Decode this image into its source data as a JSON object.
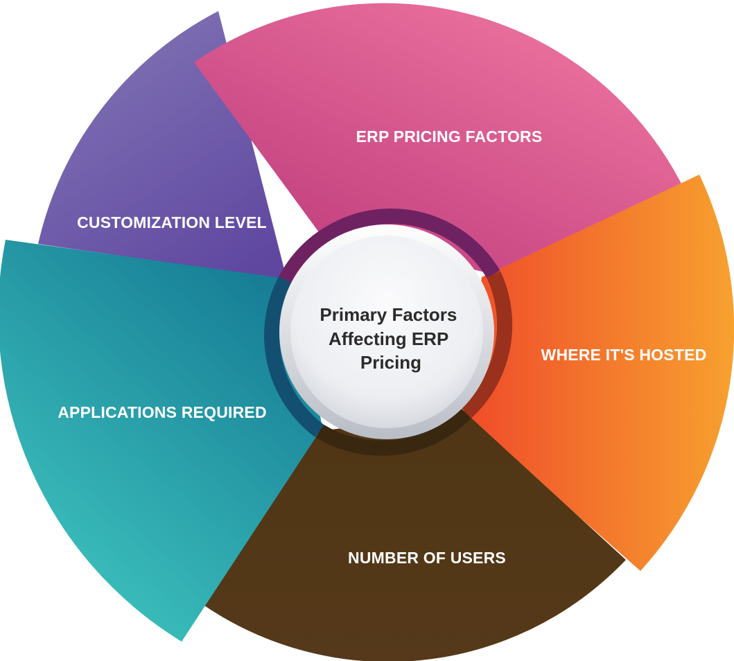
{
  "center": {
    "line1": "Primary Factors",
    "line2": "Affecting ERP",
    "line3": "Pricing"
  },
  "segments": [
    {
      "label": "ERP PRICING FACTORS",
      "color_start": "#c2407f",
      "color_end": "#ee75a0"
    },
    {
      "label": "WHERE IT'S HOSTED",
      "color_start": "#ef4b2a",
      "color_end": "#f7a12f"
    },
    {
      "label": "NUMBER OF USERS",
      "color_start": "#4f3614",
      "color_end": "#55391a"
    },
    {
      "label": "APPLICATIONS REQUIRED",
      "color_start": "#40c7c0",
      "color_end": "#177e96"
    },
    {
      "label": "CUSTOMIZATION LEVEL",
      "color_start": "#6850a1",
      "color_end": "#8275b5"
    }
  ]
}
